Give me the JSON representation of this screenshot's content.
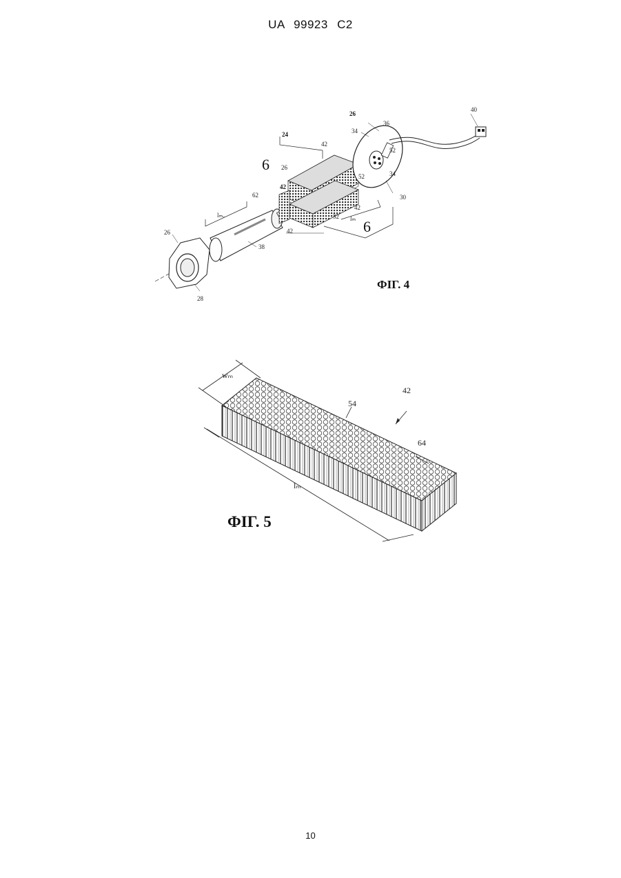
{
  "header": {
    "doc_id": "UA   99923   C2"
  },
  "fig4": {
    "caption": "ФІГ. 4",
    "labels": {
      "n24": "24",
      "n26_top": "26",
      "n40": "40",
      "n34_a": "34",
      "n36": "36",
      "n52_a": "52",
      "n42_a": "42",
      "n6_a": "6",
      "n26_mid": "26",
      "n42_b": "42",
      "n62": "62",
      "n52_b": "52",
      "n42_c": "42",
      "n32": "32",
      "n34_b": "34",
      "n30": "30",
      "l_m": "lₘ",
      "l_mv": "lₘᵥ",
      "n42_d": "42",
      "n6_b": "6",
      "n26_left": "26",
      "n38": "38",
      "n28": "28"
    }
  },
  "fig5": {
    "caption": "ФІГ. 5",
    "labels": {
      "w_m": "wₘ",
      "n54": "54",
      "n42": "42",
      "n64": "64",
      "l_m": "lₘ"
    }
  },
  "footer": {
    "page_number": "10"
  }
}
